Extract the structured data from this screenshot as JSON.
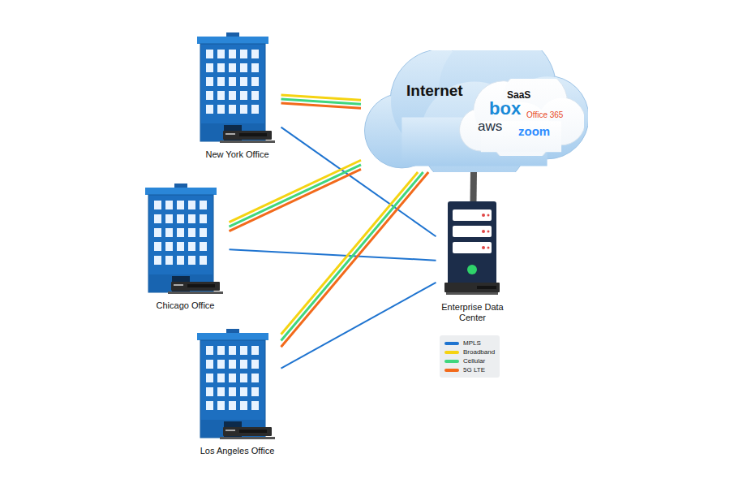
{
  "diagram": {
    "nodes": [
      {
        "text": [
          "Internet"
        ]
      },
      {
        "text": [
          "SaaS",
          "box",
          "Office 365",
          "aws",
          "zoom"
        ],
        "in": 0
      },
      {
        "text": [
          "New York Office"
        ]
      },
      {
        "text": [
          "Chicago Office"
        ]
      },
      {
        "text": [
          "Los Angeles Office"
        ]
      },
      {
        "text": [
          "Enterprise Data Center"
        ]
      }
    ],
    "edges": [
      {
        "from": 2,
        "to": 0,
        "arrow": "none"
      },
      {
        "from": 2,
        "to": 0,
        "arrow": "none"
      },
      {
        "from": 2,
        "to": 0,
        "arrow": "none"
      },
      {
        "from": 2,
        "to": 5,
        "arrow": "none"
      },
      {
        "from": 3,
        "to": 0,
        "arrow": "none"
      },
      {
        "from": 3,
        "to": 0,
        "arrow": "none"
      },
      {
        "from": 3,
        "to": 0,
        "arrow": "none"
      },
      {
        "from": 3,
        "to": 5,
        "arrow": "none"
      },
      {
        "from": 4,
        "to": 0,
        "arrow": "none"
      },
      {
        "from": 4,
        "to": 0,
        "arrow": "none"
      },
      {
        "from": 4,
        "to": 0,
        "arrow": "none"
      },
      {
        "from": 4,
        "to": 5,
        "arrow": "none"
      },
      {
        "from": 5,
        "to": 0,
        "arrow": "none"
      }
    ],
    "legend": [
      {
        "text": "MPLS",
        "color": "#1f74d0"
      },
      {
        "text": "Broadband",
        "color": "#f5d312"
      },
      {
        "text": "Cellular",
        "color": "#3fd67e"
      },
      {
        "text": "5G LTE",
        "color": "#f26a1b"
      }
    ]
  }
}
